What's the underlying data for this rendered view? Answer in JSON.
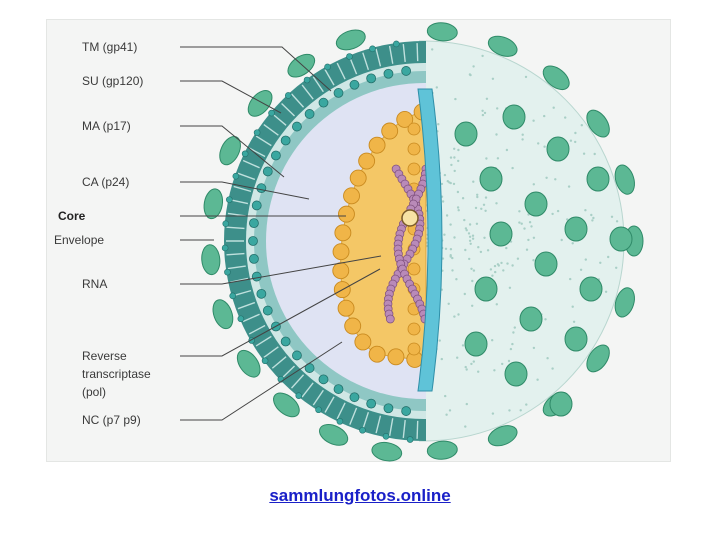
{
  "diagram": {
    "labels": [
      {
        "id": "tm",
        "text": "TM (gp41)",
        "bold": false
      },
      {
        "id": "su",
        "text": "SU (gp120)",
        "bold": false
      },
      {
        "id": "ma",
        "text": "MA (p17)",
        "bold": false
      },
      {
        "id": "ca",
        "text": "CA (p24)",
        "bold": false
      },
      {
        "id": "core",
        "text": "Core",
        "bold": true
      },
      {
        "id": "envelope",
        "text": "Envelope",
        "bold": false
      },
      {
        "id": "rna",
        "text": "RNA",
        "bold": false
      },
      {
        "id": "rt1",
        "text": "Reverse",
        "bold": false
      },
      {
        "id": "rt2",
        "text": "transcriptase",
        "bold": false
      },
      {
        "id": "rt3",
        "text": "(pol)",
        "bold": false
      },
      {
        "id": "nc",
        "text": "NC (p7 p9)",
        "bold": false
      }
    ],
    "colors": {
      "frame_bg": "#f4f5f4",
      "spike": "#5cb894",
      "spike_stroke": "#2f8a68",
      "membrane_outer": "#3d8f8a",
      "membrane_fill": "#8fc7c4",
      "matrix_bead": "#3aa7a0",
      "interior_lavender": "#dfe3f3",
      "capsid_fill": "#f4c766",
      "capsid_bead": "#f0b548",
      "rna_bead": "#b98ab8",
      "cut_face": "#5fc3d8",
      "exterior_sphere": "#e3f1ee"
    }
  },
  "credit": {
    "text": "sammlungfotos.online"
  }
}
